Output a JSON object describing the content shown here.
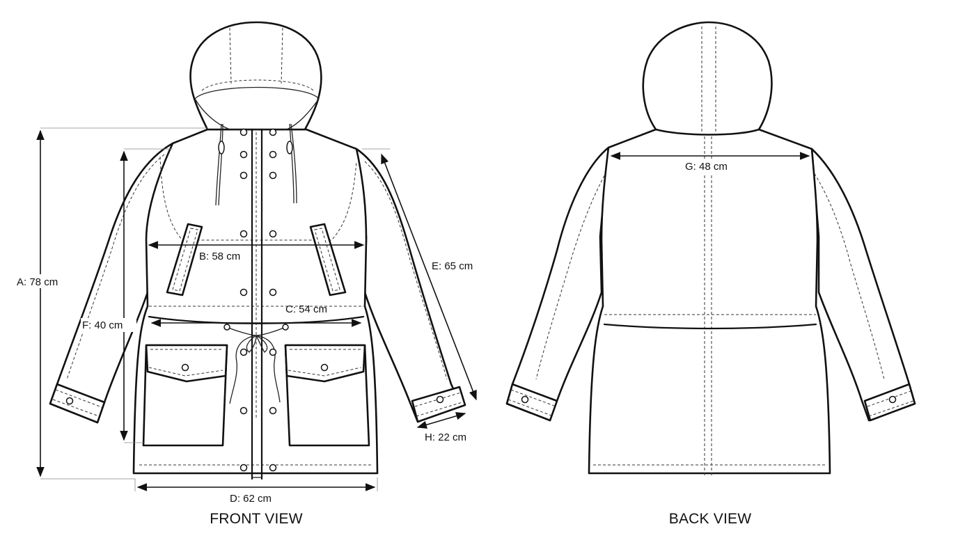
{
  "views": {
    "front": "FRONT VIEW",
    "back": "BACK VIEW"
  },
  "measurements": {
    "a": "A: 78 cm",
    "b": "B: 58 cm",
    "c": "C: 54 cm",
    "d": "D: 62 cm",
    "e": "E: 65 cm",
    "f": "F: 40 cm",
    "g": "G: 48 cm",
    "h": "H: 22 cm"
  },
  "colors": {
    "line": "#111111",
    "background": "#ffffff"
  }
}
